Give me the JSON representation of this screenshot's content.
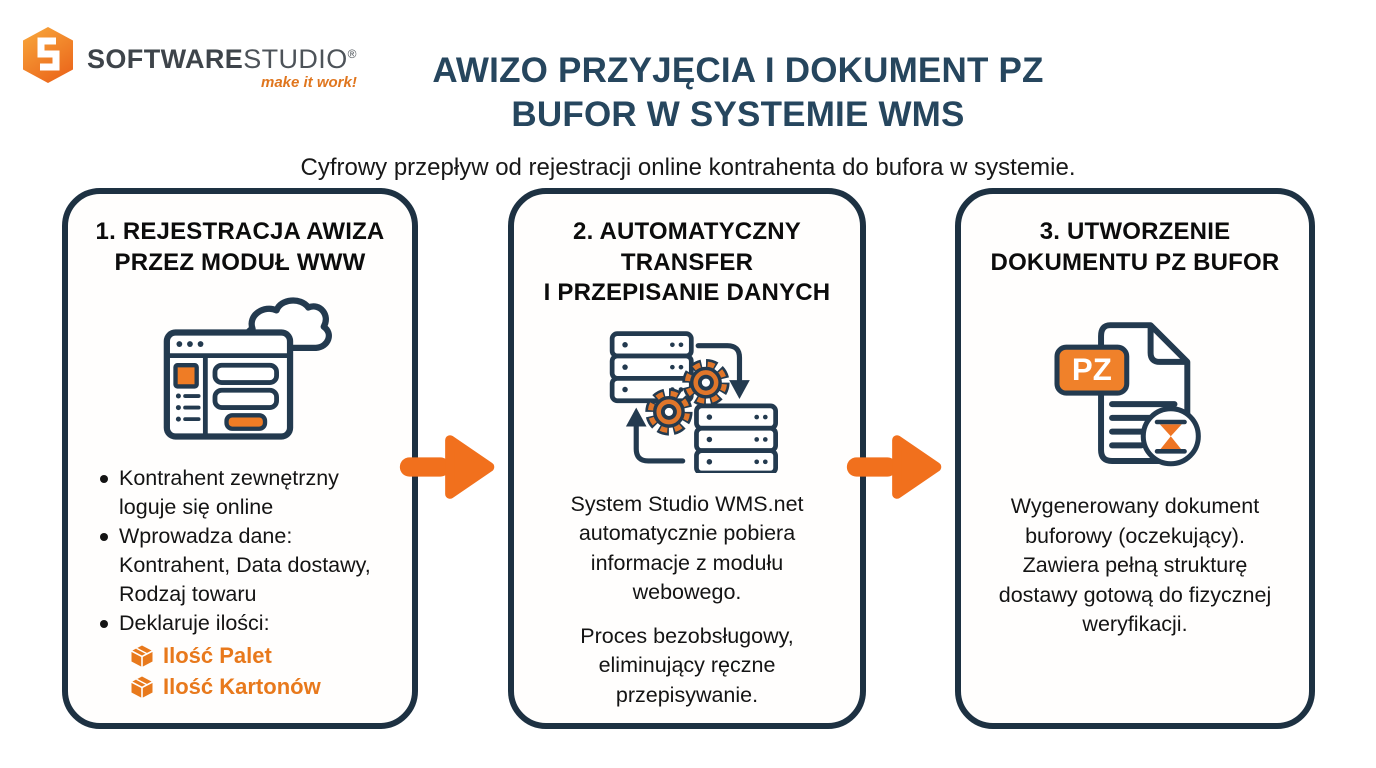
{
  "logo": {
    "brand_bold": "SOFTWARE",
    "brand_light": "STUDIO",
    "registered": "®",
    "tagline": "make it work!",
    "icon": "softwarestudio-hexagon-s-icon"
  },
  "header": {
    "title": "AWIZO PRZYJĘCIA I DOKUMENT PZ\nBUFOR W SYSTEMIE WMS",
    "subtitle": "Cyfrowy przepływ od rejestracji online kontrahenta do bufora w systemie."
  },
  "steps": [
    {
      "title": "1. REJESTRACJA AWIZA\nPRZEZ MODUŁ WWW",
      "icon": "browser-cloud-icon",
      "bullets": [
        "Kontrahent zewnętrzny\nloguje się online",
        "Wprowadza dane:\nKontrahent, Data dostawy,\nRodzaj towaru",
        "Deklaruje ilości:"
      ],
      "quantities": [
        {
          "icon": "box-icon",
          "label": "Ilość Palet"
        },
        {
          "icon": "box-icon",
          "label": "Ilość Kartonów"
        }
      ]
    },
    {
      "title": "2. AUTOMATYCZNY\nTRANSFER\nI PRZEPISANIE DANYCH",
      "icon": "servers-gears-sync-icon",
      "paragraphs": [
        "System Studio WMS.net\nautomatycznie pobiera\ninformacje z modułu\nwebowego.",
        "Proces bezobsługowy,\neliminujący ręczne\nprzepisywanie."
      ]
    },
    {
      "title": "3. UTWORZENIE\nDOKUMENTU PZ BUFOR",
      "icon": "document-pz-hourglass-icon",
      "badge": "PZ",
      "paragraphs": [
        "Wygenerowany dokument\nbuforowy (oczekujący).\nZawiera pełną strukturę\ndostawy gotową do fizycznej\nweryfikacji."
      ]
    }
  ],
  "flow": {
    "arrow_icon": "arrow-right-icon"
  },
  "colors": {
    "navy_border": "#1d3142",
    "navy_icon": "#233a4f",
    "title_navy": "#26465e",
    "orange": "#f1701d",
    "orange_text": "#e8791c",
    "text_black": "#141414"
  }
}
